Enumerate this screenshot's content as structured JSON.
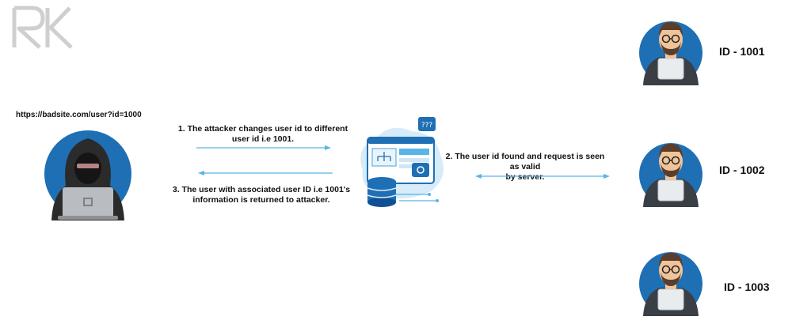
{
  "url_text": "https://badsite.com/user?id=1000",
  "steps": [
    {
      "line1": "1. The attacker changes user id to different",
      "line2": "user id i.e 1001."
    },
    {
      "line1": "2. The user id found and request is seen as valid",
      "line2": "by server."
    },
    {
      "line1": "3. The user with associated user ID i.e 1001's",
      "line2": "information is returned to attacker."
    }
  ],
  "users": [
    {
      "label": "ID - 1001"
    },
    {
      "label": "ID - 1002"
    },
    {
      "label": "ID - 1003"
    }
  ],
  "colors": {
    "arrow": "#5ab4e6",
    "circle": "#1f6fb5",
    "circle_dark": "#0f4f92",
    "hood": "#2b2b2b",
    "suit": "#3a3f46",
    "skin": "#f0c39a",
    "hair": "#5a3e2b",
    "logo": "#cfcfcf"
  },
  "icons": {
    "logo": "rk-logo",
    "attacker": "hooded-hacker-laptop-icon",
    "server": "server-database-icon",
    "user": "businessman-tablet-icon"
  }
}
